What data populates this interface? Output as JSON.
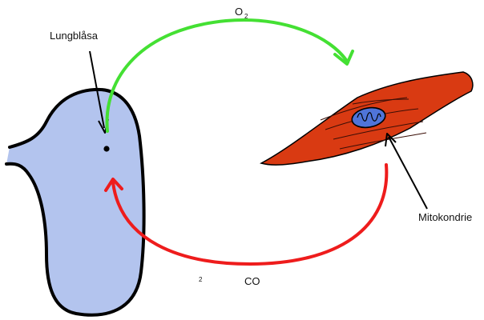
{
  "labels": {
    "alveolus": "Lungblåsa",
    "mitochondrion": "Mitokondrie",
    "oxygen": {
      "main": "O",
      "sub": "2"
    },
    "carbon_dioxide": {
      "main": "CO",
      "sub": "2"
    }
  },
  "colors": {
    "alveolus_fill": "#b3c4ee",
    "outline": "#000000",
    "muscle_fill": "#d93a12",
    "mitochondrion_fill": "#4f74d9",
    "oxygen_arrow": "#44e033",
    "co2_arrow": "#ee1c1c"
  }
}
